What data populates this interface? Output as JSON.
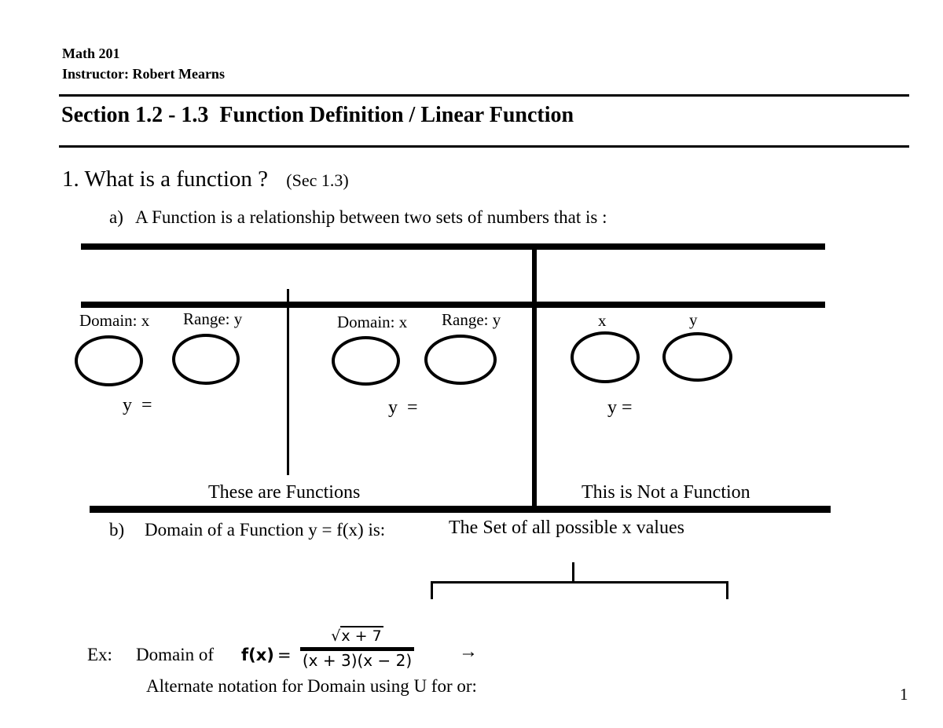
{
  "header": {
    "course": "Math 201",
    "instructor": "Instructor: Robert Mearns",
    "section_title": "Section 1.2 - 1.3  Function Definition / Linear Function"
  },
  "question": {
    "number": "1.",
    "text": "What is a function ?",
    "ref": "(Sec 1.3)"
  },
  "item_a": {
    "label": "a)",
    "text": "A Function is a relationship between two sets of numbers that is :"
  },
  "diagram": {
    "panels": [
      {
        "left_label": "Domain: x",
        "right_label": "Range: y",
        "equation": "y  ="
      },
      {
        "left_label": "Domain: x",
        "right_label": "Range: y",
        "equation": "y  ="
      },
      {
        "left_label": "x",
        "right_label": "y",
        "equation": "y ="
      }
    ],
    "caption_left": "These are Functions",
    "caption_right": "This is Not a Function"
  },
  "item_b": {
    "label": "b)",
    "text": "Domain of a Function y = f(x) is:",
    "answer": "The Set of all possible x values"
  },
  "example": {
    "label": "Ex:",
    "text": "Domain of",
    "fx": "f(x)",
    "equals": "=",
    "sqrt_symbol": "√",
    "numerator": "x + 7",
    "denominator": "(x + 3)(x − 2)",
    "arrow": "→",
    "alternate_note": "Alternate notation for Domain using U for or:"
  },
  "footer": {
    "page_number": "1"
  }
}
